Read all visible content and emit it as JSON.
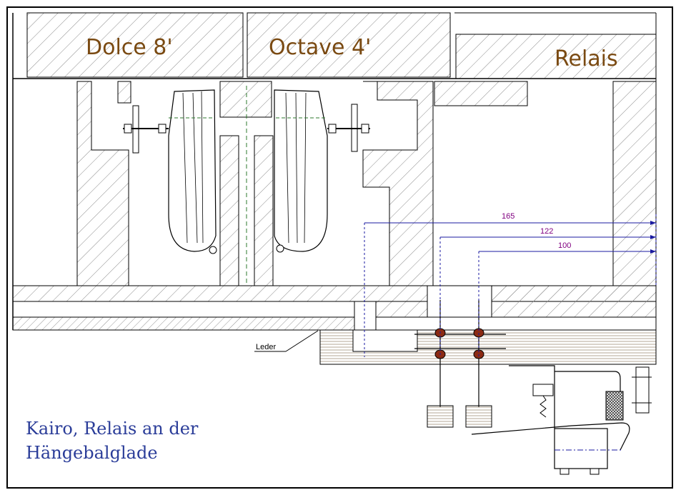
{
  "labels": {
    "dolce": "Dolce 8'",
    "octave": "Octave 4'",
    "relais": "Relais",
    "leder": "Leder"
  },
  "dimensions": {
    "d165": "165",
    "d122": "122",
    "d100": "100"
  },
  "caption": {
    "line1": "Kairo, Relais an der",
    "line2": "Hängebalglade"
  },
  "colors": {
    "label_brown": "#7a4a12",
    "dimension_purple": "#800080",
    "dimension_line_blue": "#1a1aa0",
    "caption_blue": "#2b3d99",
    "hatch": "#8a8a8a",
    "line": "#000000",
    "hidden_green": "#2c7a2c",
    "nut_red": "#8b2a14"
  }
}
